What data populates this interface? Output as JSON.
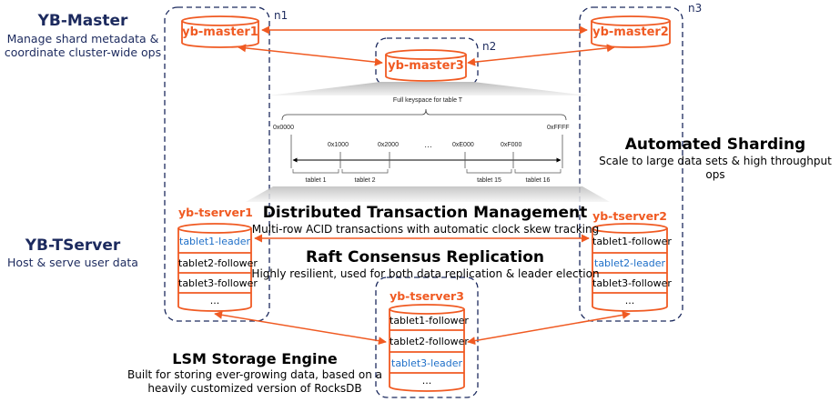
{
  "left_labels": {
    "yb_master_title": "YB-Master",
    "yb_master_desc_1": "Manage shard metadata &",
    "yb_master_desc_2": "coordinate cluster-wide ops",
    "yb_tserver_title": "YB-TServer",
    "yb_tserver_desc": "Host & serve user data"
  },
  "nodes": {
    "n1": "n1",
    "n2": "n2",
    "n3": "n3"
  },
  "masters": [
    "yb-master1",
    "yb-master3",
    "yb-master2"
  ],
  "keyspace": {
    "title": "Full keyspace for table T",
    "start": "0x0000",
    "end": "0xFFFF",
    "ticks": [
      "0x1000",
      "0x2000",
      "…",
      "0xE000",
      "0xF000"
    ],
    "tablets": [
      "tablet 1",
      "tablet 2",
      "tablet 15",
      "tablet 16"
    ]
  },
  "automated_sharding": {
    "title": "Automated Sharding",
    "desc": "Scale to large data sets & high throughput ops"
  },
  "transaction": {
    "title": "Distributed Transaction Management",
    "desc": "Multi-row ACID transactions with automatic clock skew tracking"
  },
  "raft": {
    "title": "Raft Consensus Replication",
    "desc": "Highly resilient, used for both data replication & leader election"
  },
  "lsm": {
    "title": "LSM Storage Engine",
    "desc_1": "Built for storing ever-growing data, based on a",
    "desc_2": "heavily customized version of RocksDB"
  },
  "tservers": [
    {
      "name": "yb-tserver1",
      "cells": [
        "tablet1-leader",
        "tablet2-follower",
        "tablet3-follower",
        "..."
      ],
      "leader_index": 0
    },
    {
      "name": "yb-tserver2",
      "cells": [
        "tablet1-follower",
        "tablet2-leader",
        "tablet3-follower",
        "..."
      ],
      "leader_index": 1
    },
    {
      "name": "yb-tserver3",
      "cells": [
        "tablet1-follower",
        "tablet2-follower",
        "tablet3-leader",
        "..."
      ],
      "leader_index": 2
    }
  ],
  "colors": {
    "accent": "#f05a22",
    "navy": "#1c2a5e",
    "leader": "#1e6fc8",
    "dash": "#1c2a5e"
  }
}
